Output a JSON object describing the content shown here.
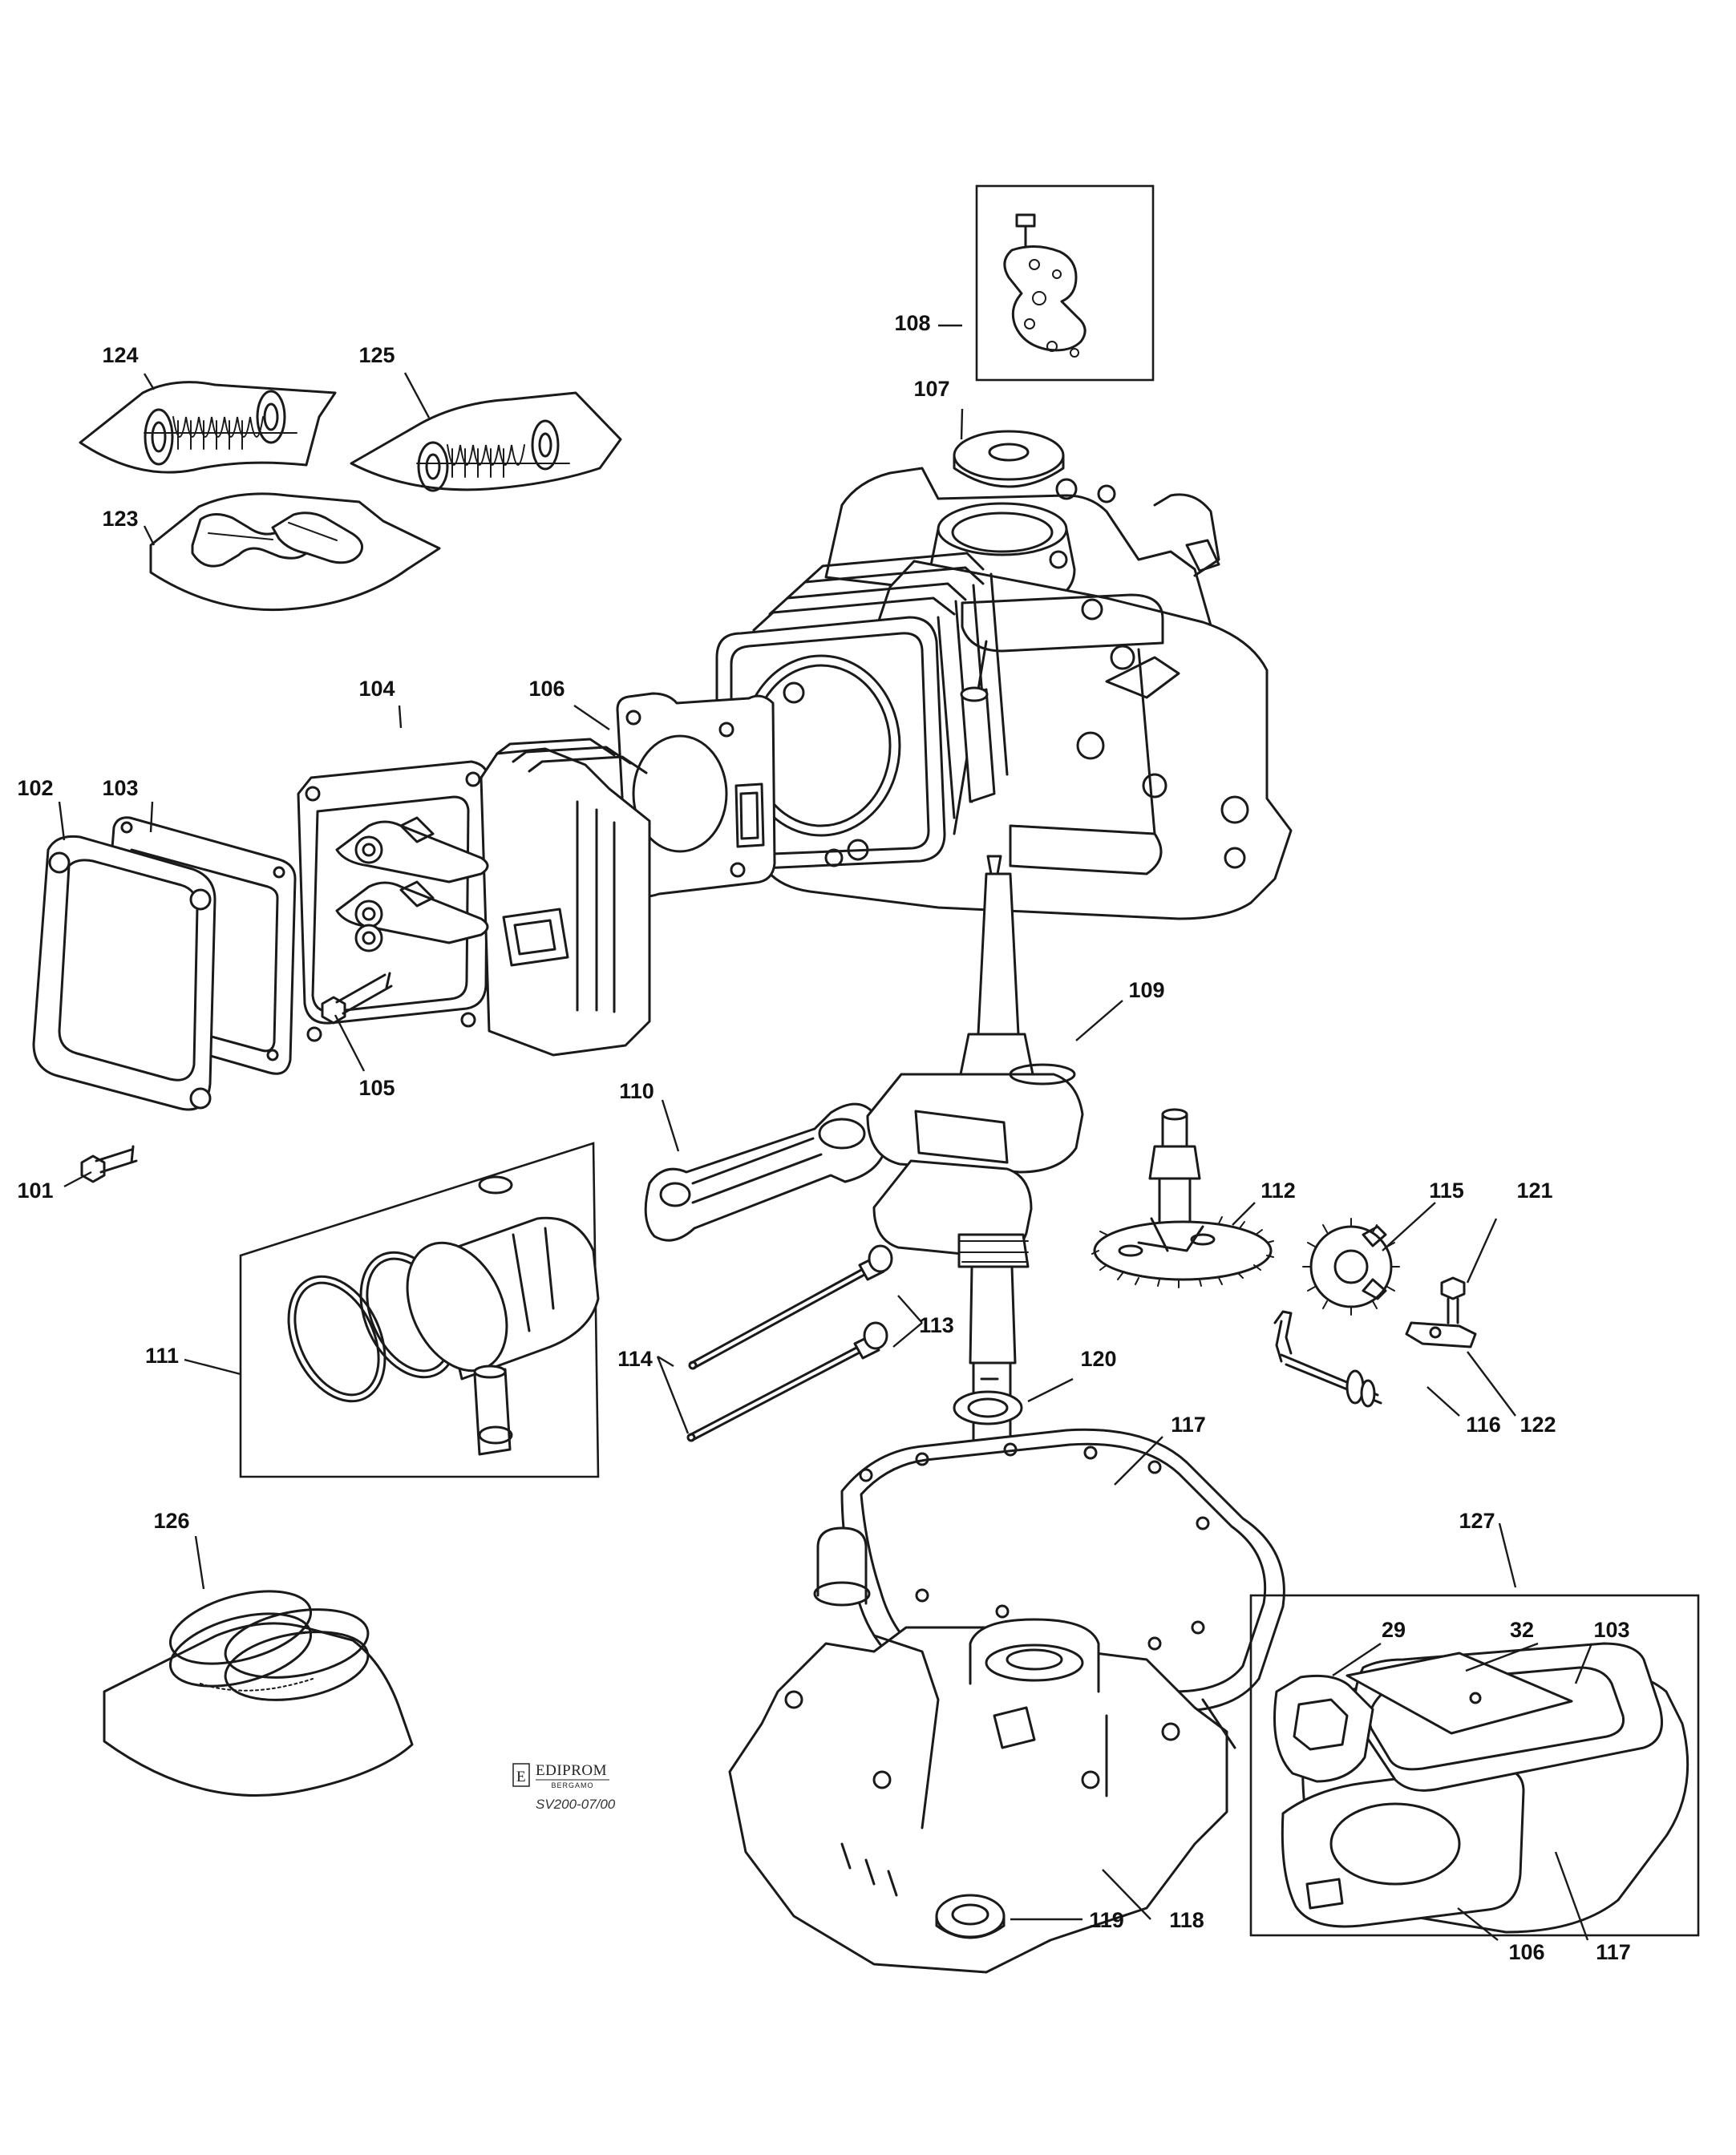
{
  "callouts": {
    "c101": "101",
    "c102": "102",
    "c103": "103",
    "c104": "104",
    "c105": "105",
    "c106": "106",
    "c107": "107",
    "c108": "108",
    "c109": "109",
    "c110": "110",
    "c111": "111",
    "c112": "112",
    "c113": "113",
    "c114": "114",
    "c115": "115",
    "c116": "116",
    "c117": "117",
    "c118": "118",
    "c119": "119",
    "c120": "120",
    "c121": "121",
    "c122": "122",
    "c123": "123",
    "c124": "124",
    "c125": "125",
    "c126": "126",
    "c127": "127"
  },
  "kit_callouts": {
    "k29": "29",
    "k32": "32",
    "k103": "103",
    "k106": "106",
    "k117": "117"
  },
  "publisher": {
    "logo_mark": "E",
    "name": "EDIPROM",
    "city": "BERGAMO",
    "drawing_code": "SV200-07/00"
  }
}
